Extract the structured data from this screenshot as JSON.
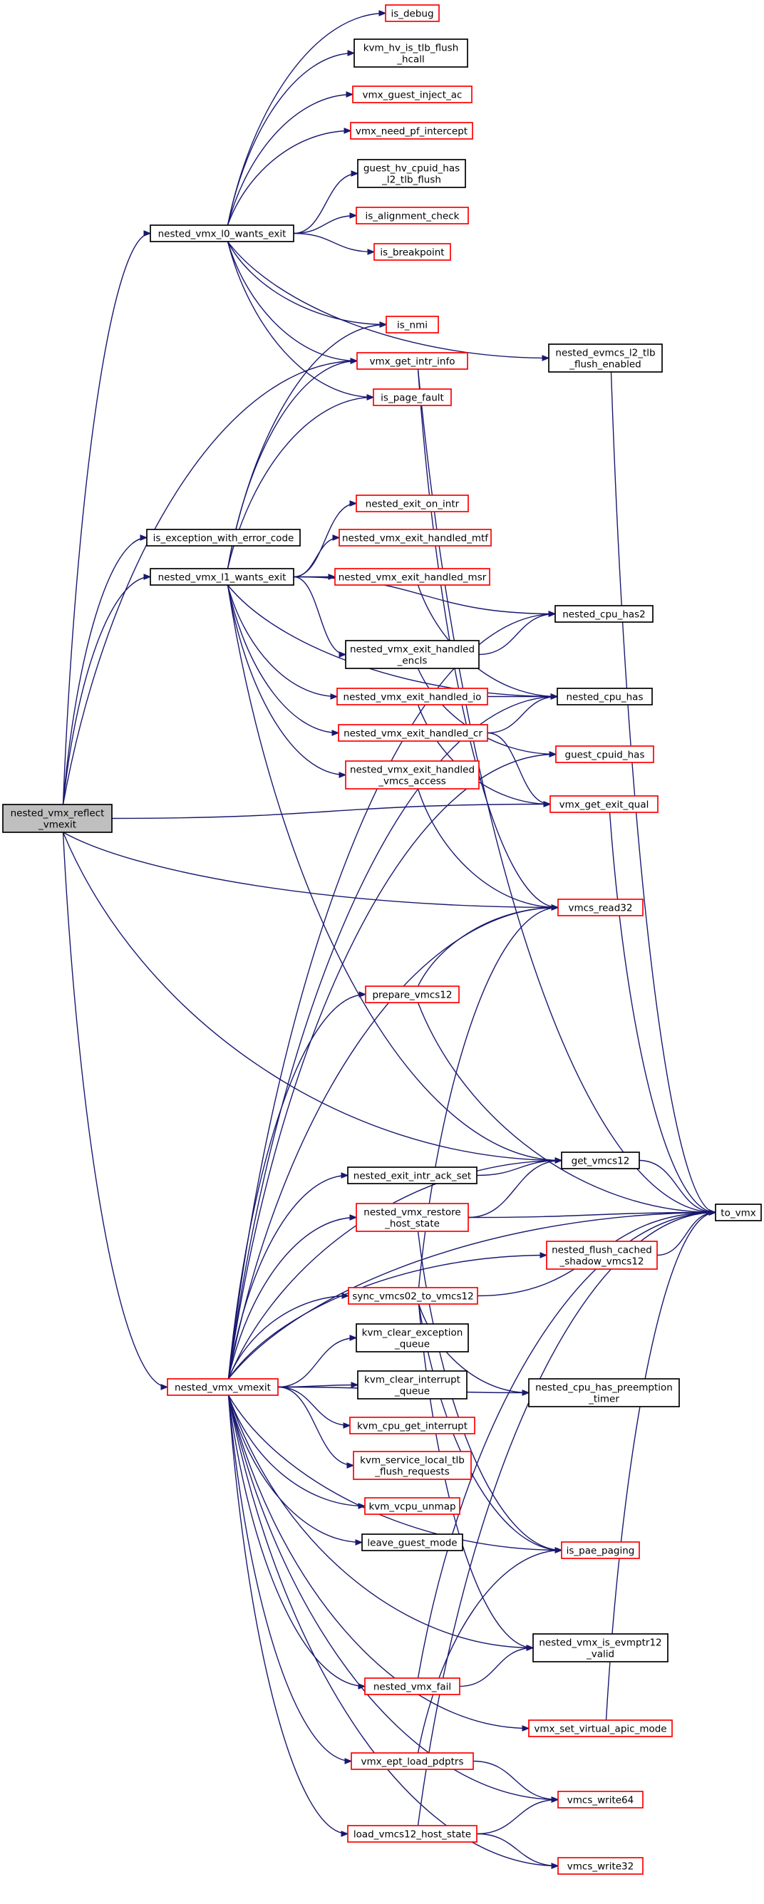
{
  "nodes": [
    {
      "id": "nested_vmx_reflect_vmexit",
      "lines": [
        "nested_vmx_reflect",
        "_vmexit"
      ],
      "style": "root"
    },
    {
      "id": "nested_vmx_l0_wants_exit",
      "lines": [
        "nested_vmx_l0_wants_exit"
      ],
      "style": "black"
    },
    {
      "id": "is_exception_with_error_code",
      "lines": [
        "is_exception_with_error_code"
      ],
      "style": "black"
    },
    {
      "id": "nested_vmx_l1_wants_exit",
      "lines": [
        "nested_vmx_l1_wants_exit"
      ],
      "style": "black"
    },
    {
      "id": "nested_vmx_vmexit",
      "lines": [
        "nested_vmx_vmexit"
      ],
      "style": "red"
    },
    {
      "id": "is_debug",
      "lines": [
        "is_debug"
      ],
      "style": "red"
    },
    {
      "id": "kvm_hv_is_tlb_flush_hcall",
      "lines": [
        "kvm_hv_is_tlb_flush",
        "_hcall"
      ],
      "style": "black"
    },
    {
      "id": "vmx_guest_inject_ac",
      "lines": [
        "vmx_guest_inject_ac"
      ],
      "style": "red"
    },
    {
      "id": "vmx_need_pf_intercept",
      "lines": [
        "vmx_need_pf_intercept"
      ],
      "style": "red"
    },
    {
      "id": "guest_hv_cpuid_has_l2_tlb_flush",
      "lines": [
        "guest_hv_cpuid_has",
        "_l2_tlb_flush"
      ],
      "style": "black"
    },
    {
      "id": "is_alignment_check",
      "lines": [
        "is_alignment_check"
      ],
      "style": "red"
    },
    {
      "id": "is_breakpoint",
      "lines": [
        "is_breakpoint"
      ],
      "style": "red"
    },
    {
      "id": "is_nmi",
      "lines": [
        "is_nmi"
      ],
      "style": "red"
    },
    {
      "id": "vmx_get_intr_info",
      "lines": [
        "vmx_get_intr_info"
      ],
      "style": "red"
    },
    {
      "id": "is_page_fault",
      "lines": [
        "is_page_fault"
      ],
      "style": "red"
    },
    {
      "id": "nested_evmcs_l2_tlb_flush_enabled",
      "lines": [
        "nested_evmcs_l2_tlb",
        "_flush_enabled"
      ],
      "style": "black"
    },
    {
      "id": "nested_exit_on_intr",
      "lines": [
        "nested_exit_on_intr"
      ],
      "style": "red"
    },
    {
      "id": "nested_vmx_exit_handled_mtf",
      "lines": [
        "nested_vmx_exit_handled_mtf"
      ],
      "style": "red"
    },
    {
      "id": "nested_vmx_exit_handled_msr",
      "lines": [
        "nested_vmx_exit_handled_msr"
      ],
      "style": "red"
    },
    {
      "id": "nested_vmx_exit_handled_encls",
      "lines": [
        "nested_vmx_exit_handled",
        "_encls"
      ],
      "style": "black"
    },
    {
      "id": "nested_vmx_exit_handled_io",
      "lines": [
        "nested_vmx_exit_handled_io"
      ],
      "style": "red"
    },
    {
      "id": "nested_vmx_exit_handled_cr",
      "lines": [
        "nested_vmx_exit_handled_cr"
      ],
      "style": "red"
    },
    {
      "id": "nested_vmx_exit_handled_vmcs_access",
      "lines": [
        "nested_vmx_exit_handled",
        "_vmcs_access"
      ],
      "style": "red"
    },
    {
      "id": "nested_cpu_has2",
      "lines": [
        "nested_cpu_has2"
      ],
      "style": "black"
    },
    {
      "id": "nested_cpu_has",
      "lines": [
        "nested_cpu_has"
      ],
      "style": "black"
    },
    {
      "id": "guest_cpuid_has",
      "lines": [
        "guest_cpuid_has"
      ],
      "style": "red"
    },
    {
      "id": "vmx_get_exit_qual",
      "lines": [
        "vmx_get_exit_qual"
      ],
      "style": "red"
    },
    {
      "id": "vmcs_read32",
      "lines": [
        "vmcs_read32"
      ],
      "style": "red"
    },
    {
      "id": "prepare_vmcs12",
      "lines": [
        "prepare_vmcs12"
      ],
      "style": "red"
    },
    {
      "id": "get_vmcs12",
      "lines": [
        "get_vmcs12"
      ],
      "style": "black"
    },
    {
      "id": "nested_exit_intr_ack_set",
      "lines": [
        "nested_exit_intr_ack_set"
      ],
      "style": "black"
    },
    {
      "id": "nested_vmx_restore_host_state",
      "lines": [
        "nested_vmx_restore",
        "_host_state"
      ],
      "style": "red"
    },
    {
      "id": "to_vmx",
      "lines": [
        "to_vmx"
      ],
      "style": "black"
    },
    {
      "id": "nested_flush_cached_shadow_vmcs12",
      "lines": [
        "nested_flush_cached",
        "_shadow_vmcs12"
      ],
      "style": "red"
    },
    {
      "id": "sync_vmcs02_to_vmcs12",
      "lines": [
        "sync_vmcs02_to_vmcs12"
      ],
      "style": "red"
    },
    {
      "id": "kvm_clear_exception_queue",
      "lines": [
        "kvm_clear_exception",
        "_queue"
      ],
      "style": "black"
    },
    {
      "id": "kvm_clear_interrupt_queue",
      "lines": [
        "kvm_clear_interrupt",
        "_queue"
      ],
      "style": "black"
    },
    {
      "id": "nested_cpu_has_preemption_timer",
      "lines": [
        "nested_cpu_has_preemption",
        "_timer"
      ],
      "style": "black"
    },
    {
      "id": "kvm_cpu_get_interrupt",
      "lines": [
        "kvm_cpu_get_interrupt"
      ],
      "style": "red"
    },
    {
      "id": "kvm_service_local_tlb_flush_requests",
      "lines": [
        "kvm_service_local_tlb",
        "_flush_requests"
      ],
      "style": "red"
    },
    {
      "id": "kvm_vcpu_unmap",
      "lines": [
        "kvm_vcpu_unmap"
      ],
      "style": "red"
    },
    {
      "id": "leave_guest_mode",
      "lines": [
        "leave_guest_mode"
      ],
      "style": "black"
    },
    {
      "id": "is_pae_paging",
      "lines": [
        "is_pae_paging"
      ],
      "style": "red"
    },
    {
      "id": "nested_vmx_is_evmptr12_valid",
      "lines": [
        "nested_vmx_is_evmptr12",
        "_valid"
      ],
      "style": "black"
    },
    {
      "id": "nested_vmx_fail",
      "lines": [
        "nested_vmx_fail"
      ],
      "style": "red"
    },
    {
      "id": "vmx_set_virtual_apic_mode",
      "lines": [
        "vmx_set_virtual_apic_mode"
      ],
      "style": "red"
    },
    {
      "id": "vmx_ept_load_pdptrs",
      "lines": [
        "vmx_ept_load_pdptrs"
      ],
      "style": "red"
    },
    {
      "id": "vmcs_write64",
      "lines": [
        "vmcs_write64"
      ],
      "style": "red"
    },
    {
      "id": "load_vmcs12_host_state",
      "lines": [
        "load_vmcs12_host_state"
      ],
      "style": "red"
    },
    {
      "id": "vmcs_write32",
      "lines": [
        "vmcs_write32"
      ],
      "style": "red"
    }
  ],
  "edges": [
    [
      "nested_vmx_reflect_vmexit",
      "nested_vmx_l0_wants_exit"
    ],
    [
      "nested_vmx_reflect_vmexit",
      "vmx_get_intr_info"
    ],
    [
      "nested_vmx_reflect_vmexit",
      "is_exception_with_error_code"
    ],
    [
      "nested_vmx_reflect_vmexit",
      "nested_vmx_l1_wants_exit"
    ],
    [
      "nested_vmx_reflect_vmexit",
      "vmx_get_exit_qual"
    ],
    [
      "nested_vmx_reflect_vmexit",
      "vmcs_read32"
    ],
    [
      "nested_vmx_reflect_vmexit",
      "get_vmcs12"
    ],
    [
      "nested_vmx_reflect_vmexit",
      "nested_vmx_vmexit"
    ],
    [
      "nested_vmx_l0_wants_exit",
      "is_debug"
    ],
    [
      "nested_vmx_l0_wants_exit",
      "kvm_hv_is_tlb_flush_hcall"
    ],
    [
      "nested_vmx_l0_wants_exit",
      "vmx_guest_inject_ac"
    ],
    [
      "nested_vmx_l0_wants_exit",
      "vmx_need_pf_intercept"
    ],
    [
      "nested_vmx_l0_wants_exit",
      "guest_hv_cpuid_has_l2_tlb_flush"
    ],
    [
      "nested_vmx_l0_wants_exit",
      "is_alignment_check"
    ],
    [
      "nested_vmx_l0_wants_exit",
      "is_breakpoint"
    ],
    [
      "nested_vmx_l0_wants_exit",
      "is_nmi"
    ],
    [
      "nested_vmx_l0_wants_exit",
      "vmx_get_intr_info"
    ],
    [
      "nested_vmx_l0_wants_exit",
      "is_page_fault"
    ],
    [
      "nested_vmx_l0_wants_exit",
      "nested_evmcs_l2_tlb_flush_enabled"
    ],
    [
      "nested_vmx_l1_wants_exit",
      "is_nmi"
    ],
    [
      "nested_vmx_l1_wants_exit",
      "vmx_get_intr_info"
    ],
    [
      "nested_vmx_l1_wants_exit",
      "is_page_fault"
    ],
    [
      "nested_vmx_l1_wants_exit",
      "nested_exit_on_intr"
    ],
    [
      "nested_vmx_l1_wants_exit",
      "nested_vmx_exit_handled_mtf"
    ],
    [
      "nested_vmx_l1_wants_exit",
      "nested_vmx_exit_handled_msr"
    ],
    [
      "nested_vmx_l1_wants_exit",
      "nested_cpu_has2"
    ],
    [
      "nested_vmx_l1_wants_exit",
      "nested_cpu_has"
    ],
    [
      "nested_vmx_l1_wants_exit",
      "nested_vmx_exit_handled_encls"
    ],
    [
      "nested_vmx_l1_wants_exit",
      "nested_vmx_exit_handled_io"
    ],
    [
      "nested_vmx_l1_wants_exit",
      "nested_vmx_exit_handled_cr"
    ],
    [
      "nested_vmx_l1_wants_exit",
      "nested_vmx_exit_handled_vmcs_access"
    ],
    [
      "nested_vmx_l1_wants_exit",
      "get_vmcs12"
    ],
    [
      "vmx_get_intr_info",
      "vmcs_read32"
    ],
    [
      "vmx_get_intr_info",
      "to_vmx"
    ],
    [
      "nested_evmcs_l2_tlb_flush_enabled",
      "to_vmx"
    ],
    [
      "nested_vmx_exit_handled_msr",
      "nested_cpu_has"
    ],
    [
      "nested_vmx_exit_handled_encls",
      "nested_cpu_has2"
    ],
    [
      "nested_vmx_exit_handled_encls",
      "guest_cpuid_has"
    ],
    [
      "nested_vmx_exit_handled_io",
      "nested_cpu_has"
    ],
    [
      "nested_vmx_exit_handled_io",
      "vmx_get_exit_qual"
    ],
    [
      "nested_vmx_exit_handled_cr",
      "nested_cpu_has"
    ],
    [
      "nested_vmx_exit_handled_cr",
      "vmx_get_exit_qual"
    ],
    [
      "nested_vmx_exit_handled_vmcs_access",
      "vmcs_read32"
    ],
    [
      "vmx_get_exit_qual",
      "to_vmx"
    ],
    [
      "nested_vmx_vmexit",
      "nested_cpu_has2"
    ],
    [
      "nested_vmx_vmexit",
      "nested_cpu_has"
    ],
    [
      "nested_vmx_vmexit",
      "guest_cpuid_has"
    ],
    [
      "nested_vmx_vmexit",
      "vmcs_read32"
    ],
    [
      "nested_vmx_vmexit",
      "prepare_vmcs12"
    ],
    [
      "nested_vmx_vmexit",
      "to_vmx"
    ],
    [
      "nested_vmx_vmexit",
      "get_vmcs12"
    ],
    [
      "nested_vmx_vmexit",
      "nested_exit_intr_ack_set"
    ],
    [
      "nested_vmx_vmexit",
      "nested_vmx_restore_host_state"
    ],
    [
      "nested_vmx_vmexit",
      "nested_flush_cached_shadow_vmcs12"
    ],
    [
      "nested_vmx_vmexit",
      "sync_vmcs02_to_vmcs12"
    ],
    [
      "nested_vmx_vmexit",
      "kvm_clear_exception_queue"
    ],
    [
      "nested_vmx_vmexit",
      "kvm_clear_interrupt_queue"
    ],
    [
      "nested_vmx_vmexit",
      "kvm_cpu_get_interrupt"
    ],
    [
      "nested_vmx_vmexit",
      "kvm_service_local_tlb_flush_requests"
    ],
    [
      "nested_vmx_vmexit",
      "kvm_vcpu_unmap"
    ],
    [
      "nested_vmx_vmexit",
      "leave_guest_mode"
    ],
    [
      "nested_vmx_vmexit",
      "nested_cpu_has_preemption_timer"
    ],
    [
      "nested_vmx_vmexit",
      "is_pae_paging"
    ],
    [
      "nested_vmx_vmexit",
      "nested_vmx_is_evmptr12_valid"
    ],
    [
      "nested_vmx_vmexit",
      "nested_vmx_fail"
    ],
    [
      "nested_vmx_vmexit",
      "vmx_set_virtual_apic_mode"
    ],
    [
      "nested_vmx_vmexit",
      "vmx_ept_load_pdptrs"
    ],
    [
      "nested_vmx_vmexit",
      "vmcs_write64"
    ],
    [
      "nested_vmx_vmexit",
      "load_vmcs12_host_state"
    ],
    [
      "nested_vmx_vmexit",
      "vmcs_write32"
    ],
    [
      "prepare_vmcs12",
      "vmcs_read32"
    ],
    [
      "prepare_vmcs12",
      "to_vmx"
    ],
    [
      "get_vmcs12",
      "to_vmx"
    ],
    [
      "nested_exit_intr_ack_set",
      "get_vmcs12"
    ],
    [
      "nested_vmx_restore_host_state",
      "get_vmcs12"
    ],
    [
      "nested_vmx_restore_host_state",
      "to_vmx"
    ],
    [
      "nested_vmx_restore_host_state",
      "is_pae_paging"
    ],
    [
      "nested_flush_cached_shadow_vmcs12",
      "to_vmx"
    ],
    [
      "sync_vmcs02_to_vmcs12",
      "vmcs_read32"
    ],
    [
      "sync_vmcs02_to_vmcs12",
      "to_vmx"
    ],
    [
      "sync_vmcs02_to_vmcs12",
      "nested_cpu_has_preemption_timer"
    ],
    [
      "sync_vmcs02_to_vmcs12",
      "is_pae_paging"
    ],
    [
      "sync_vmcs02_to_vmcs12",
      "nested_vmx_is_evmptr12_valid"
    ],
    [
      "nested_vmx_fail",
      "nested_vmx_is_evmptr12_valid"
    ],
    [
      "nested_vmx_fail",
      "to_vmx"
    ],
    [
      "vmx_set_virtual_apic_mode",
      "to_vmx"
    ],
    [
      "vmx_ept_load_pdptrs",
      "is_pae_paging"
    ],
    [
      "vmx_ept_load_pdptrs",
      "vmcs_write64"
    ],
    [
      "load_vmcs12_host_state",
      "vmcs_write64"
    ],
    [
      "load_vmcs12_host_state",
      "to_vmx"
    ],
    [
      "load_vmcs12_host_state",
      "vmcs_write32"
    ]
  ],
  "colors": {
    "edge": "#191970",
    "node_border_red": "#ff0000",
    "node_border_black": "#000000",
    "root_fill": "#bfbfbf",
    "background": "#ffffff"
  }
}
